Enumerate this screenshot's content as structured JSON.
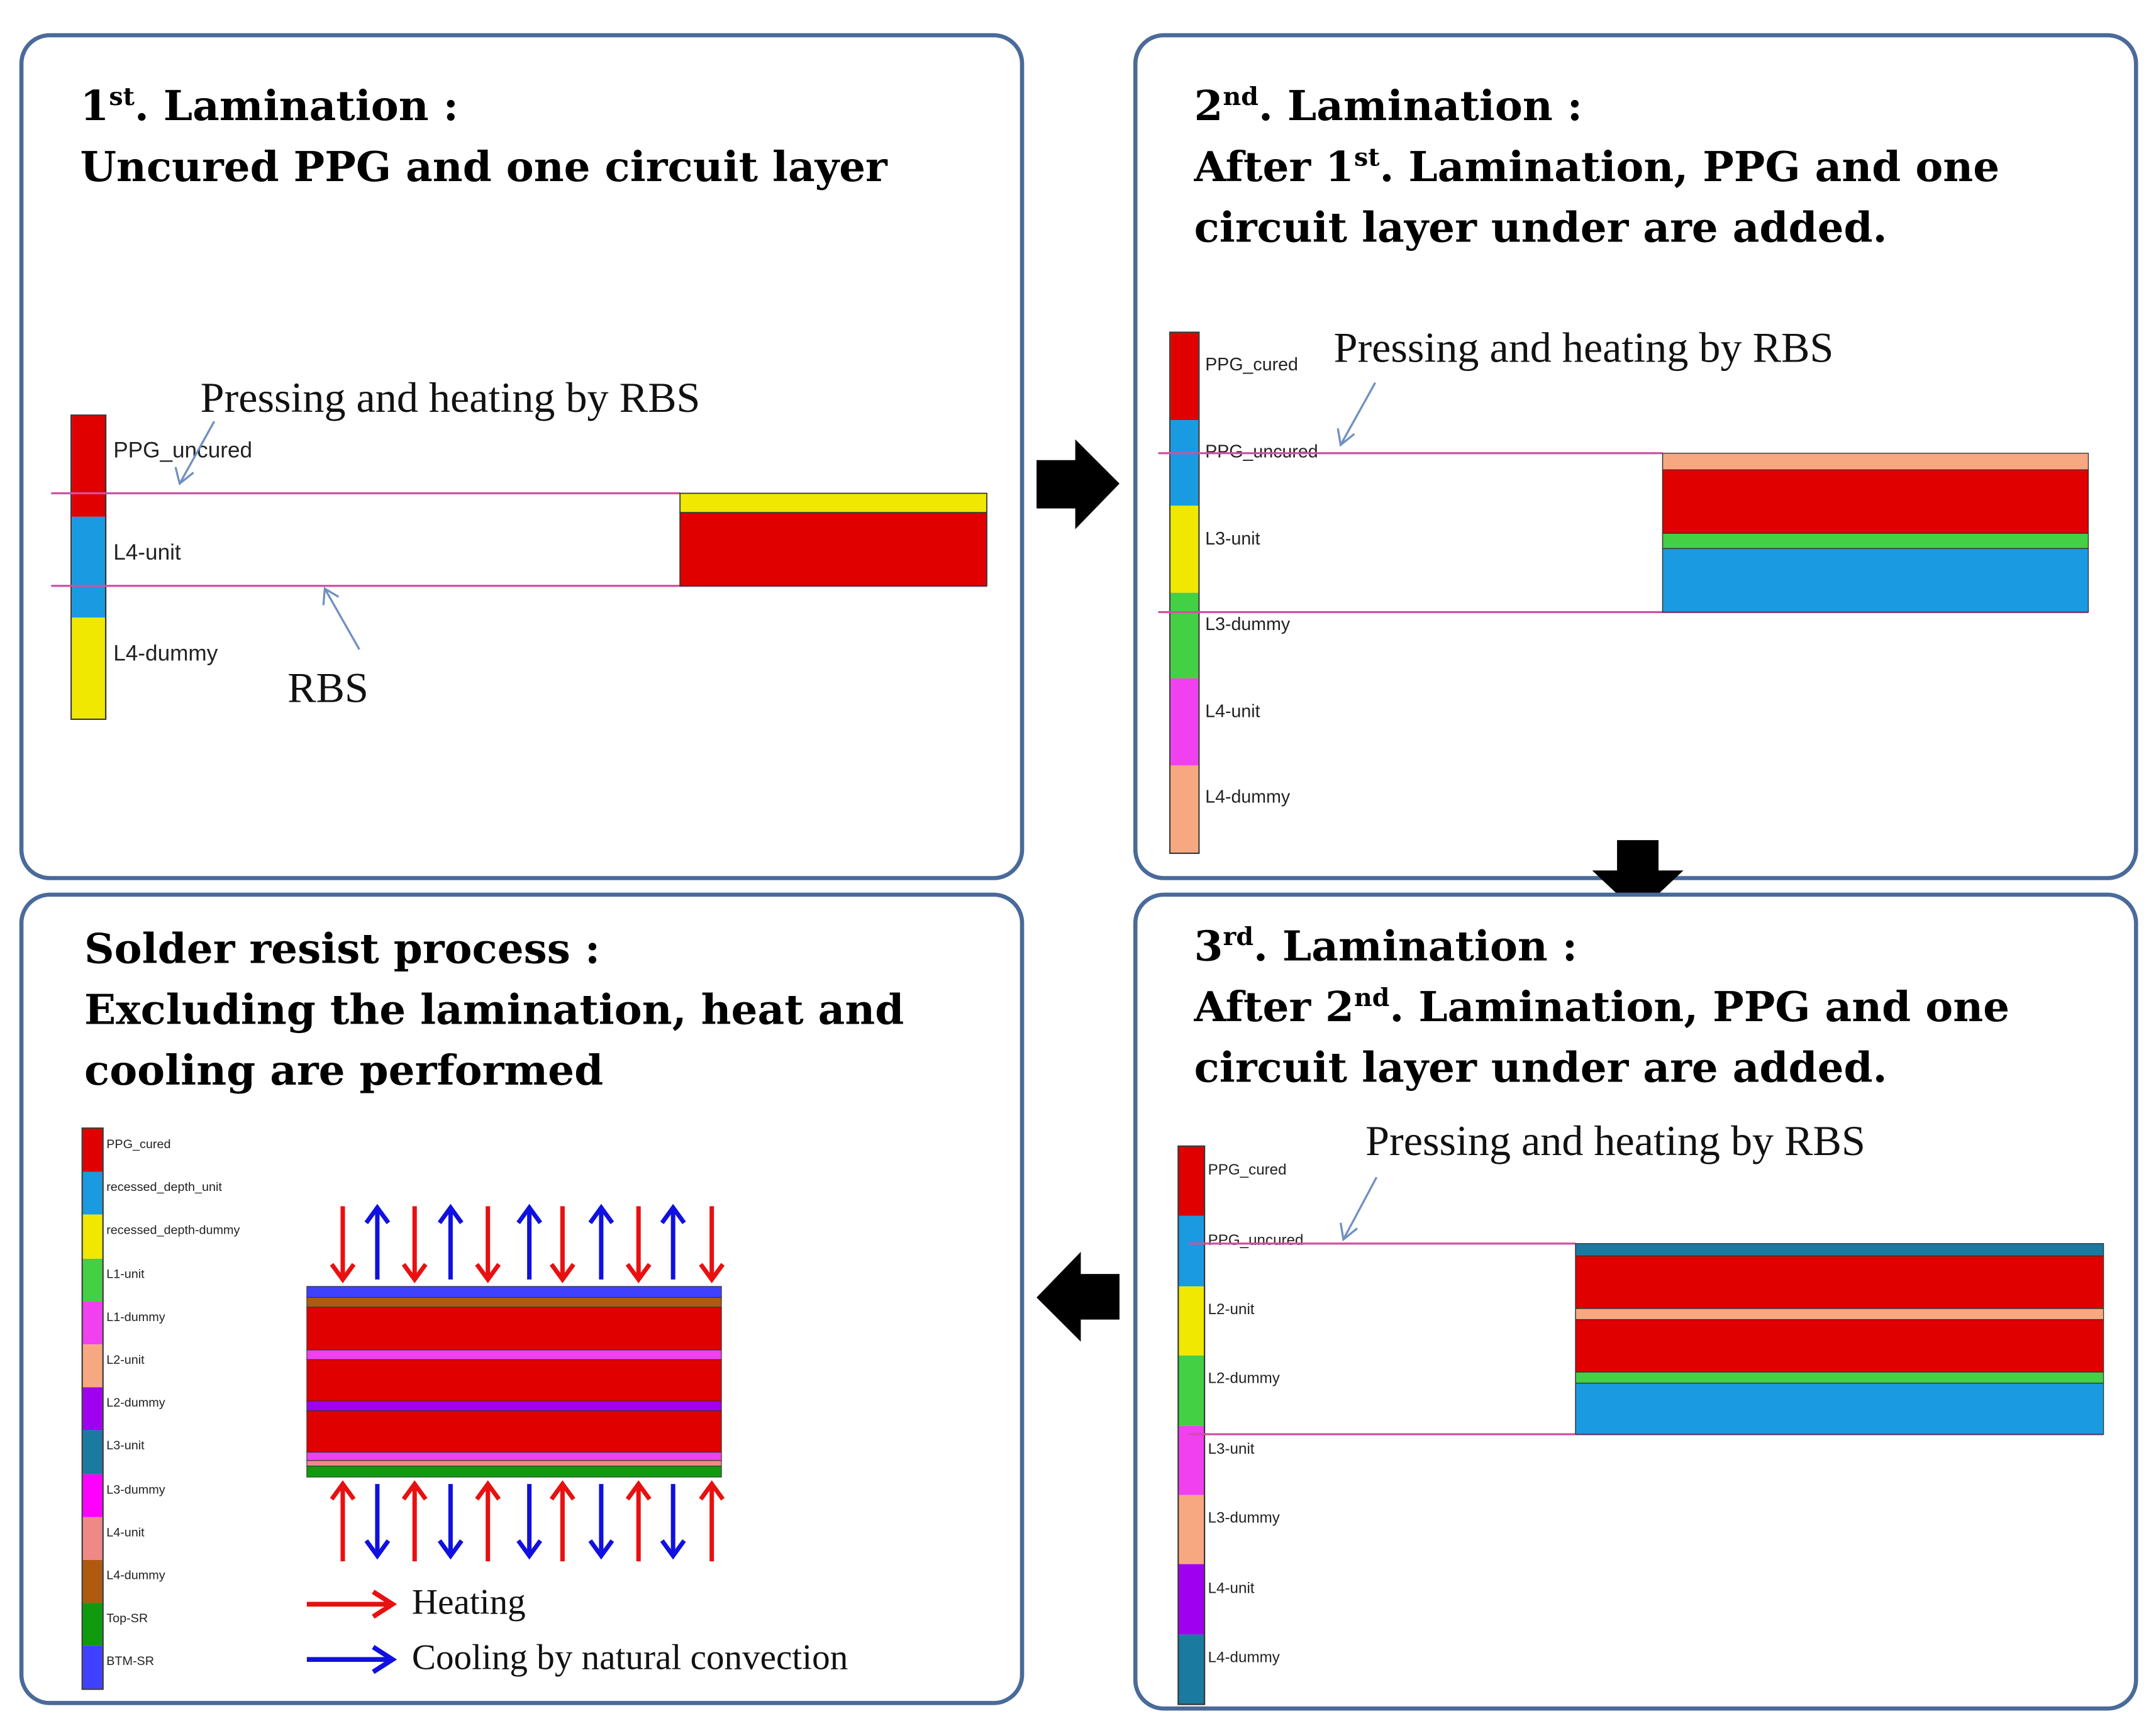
{
  "panels": {
    "p1": {
      "title_main": "1",
      "title_sup": "st",
      "title_rest": ". Lamination :",
      "title_line2": "Uncured PPG and one circuit layer",
      "annotation_top": "Pressing and heating by RBS",
      "annotation_bottom": "RBS",
      "legend": [
        {
          "label": "PPG_uncured",
          "color": "#e00000"
        },
        {
          "label": "L4-unit",
          "color": "#1a9ae0"
        },
        {
          "label": "L4-dummy",
          "color": "#f0e800"
        }
      ]
    },
    "p2": {
      "title_main": "2",
      "title_sup": "nd",
      "title_rest": ". Lamination :",
      "title_line2_a": "After 1",
      "title_line2_sup": "st",
      "title_line2_b": ". Lamination, PPG and one",
      "title_line3": "circuit layer under are added.",
      "annotation_top": "Pressing and heating by RBS",
      "legend": [
        {
          "label": "PPG_cured",
          "color": "#e00000"
        },
        {
          "label": "PPG_uncured",
          "color": "#1a9ae0"
        },
        {
          "label": "L3-unit",
          "color": "#f0e800"
        },
        {
          "label": "L3-dummy",
          "color": "#44d044"
        },
        {
          "label": "L4-unit",
          "color": "#f040f0"
        },
        {
          "label": "L4-dummy",
          "color": "#f8a880"
        }
      ]
    },
    "p3": {
      "title_main": "3",
      "title_sup": "rd",
      "title_rest": ". Lamination :",
      "title_line2_a": "After 2",
      "title_line2_sup": "nd",
      "title_line2_b": ". Lamination, PPG and one",
      "title_line3": "circuit layer under are added.",
      "annotation_top": "Pressing and heating by RBS",
      "legend": [
        {
          "label": "PPG_cured",
          "color": "#e00000"
        },
        {
          "label": "PPG_uncured",
          "color": "#1a9ae0"
        },
        {
          "label": "L2-unit",
          "color": "#f0e800"
        },
        {
          "label": "L2-dummy",
          "color": "#44d044"
        },
        {
          "label": "L3-unit",
          "color": "#f040f0"
        },
        {
          "label": "L3-dummy",
          "color": "#f8a880"
        },
        {
          "label": "L4-unit",
          "color": "#a000f0"
        },
        {
          "label": "L4-dummy",
          "color": "#1a7aa0"
        }
      ]
    },
    "p4": {
      "title_line1": "Solder resist process :",
      "title_line2": "Excluding the lamination, heat and",
      "title_line3": "cooling are performed",
      "heating_label": "Heating",
      "cooling_label": "Cooling by natural convection",
      "legend": [
        {
          "label": "PPG_cured",
          "color": "#e00000"
        },
        {
          "label": "recessed_depth_unit",
          "color": "#1a9ae0"
        },
        {
          "label": "recessed_depth-dummy",
          "color": "#f0e800"
        },
        {
          "label": "L1-unit",
          "color": "#44d044"
        },
        {
          "label": "L1-dummy",
          "color": "#f040f0"
        },
        {
          "label": "L2-unit",
          "color": "#f8a880"
        },
        {
          "label": "L2-dummy",
          "color": "#a000f0"
        },
        {
          "label": "L3-unit",
          "color": "#1a7aa0"
        },
        {
          "label": "L3-dummy",
          "color": "#ff00ff"
        },
        {
          "label": "L4-unit",
          "color": "#f08888"
        },
        {
          "label": "L4-dummy",
          "color": "#b05a10"
        },
        {
          "label": "Top-SR",
          "color": "#109a10"
        },
        {
          "label": "BTM-SR",
          "color": "#4040ff"
        }
      ]
    }
  },
  "colors": {
    "border": "#4a6a9a",
    "heat_arrow": "#e81010",
    "cool_arrow": "#1010e0",
    "rbs_line": "#d050a0",
    "pointer": "#7090c0"
  }
}
